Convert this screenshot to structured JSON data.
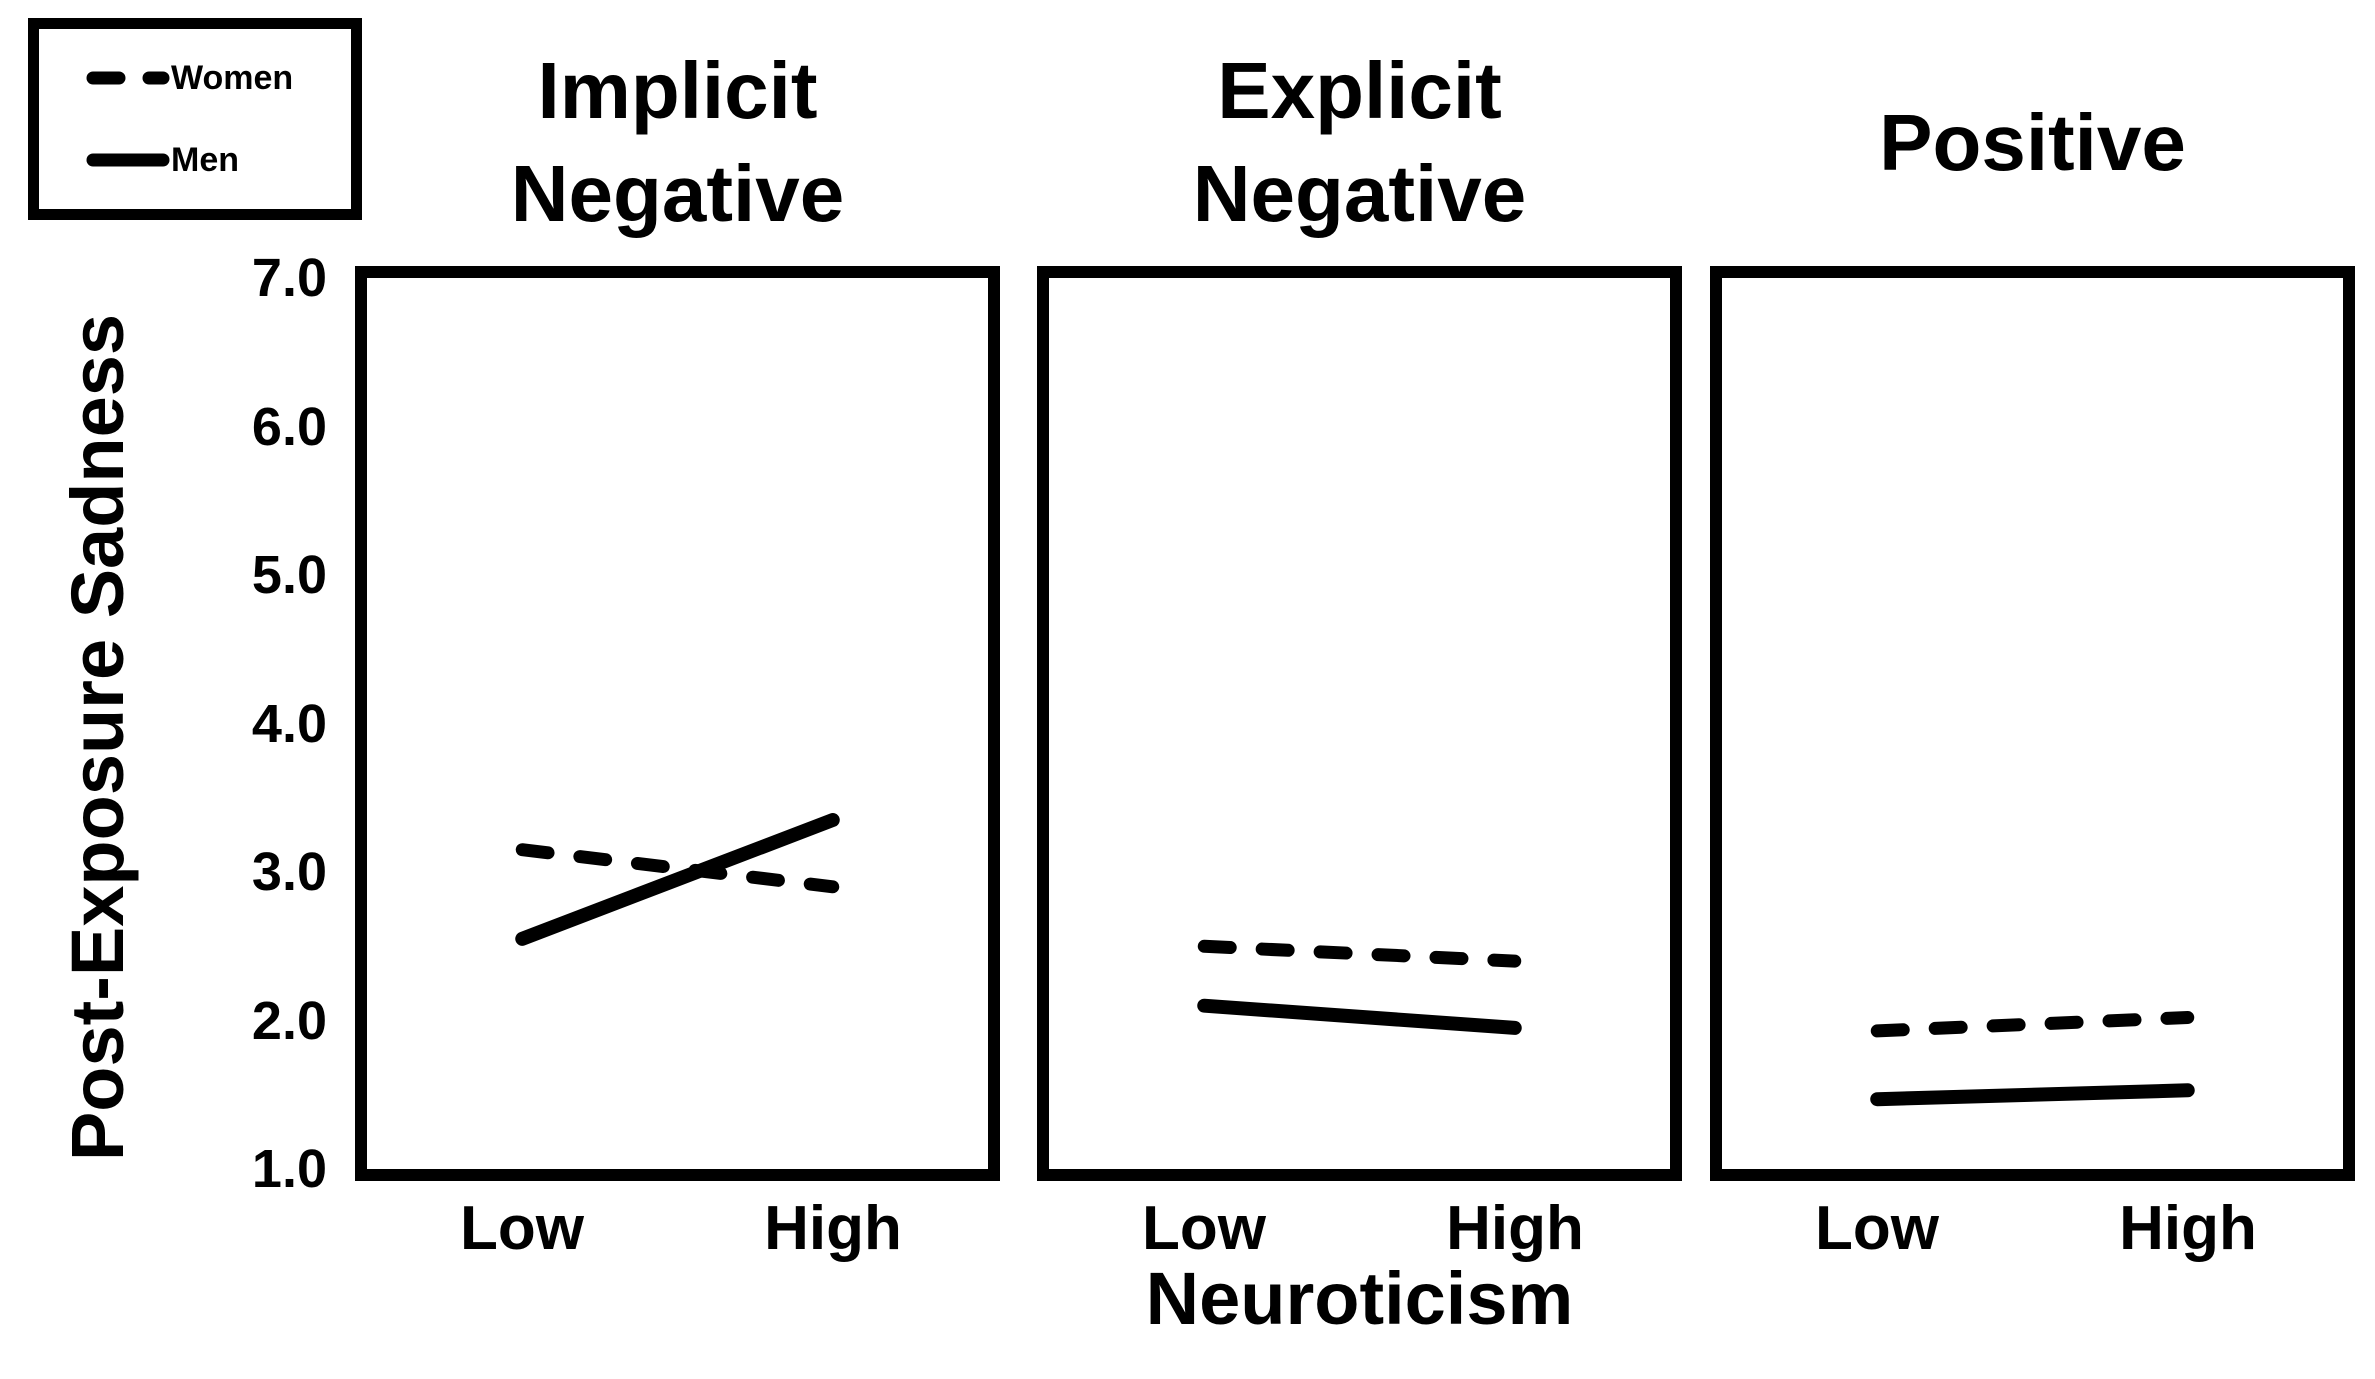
{
  "figure": {
    "ylabel": "Post-Exposure Sadness",
    "xlabel": "Neuroticism",
    "x_categories": [
      "Low",
      "High"
    ],
    "y_ticks": [
      "7.0",
      "6.0",
      "5.0",
      "4.0",
      "3.0",
      "2.0",
      "1.0"
    ],
    "legend": {
      "women_label": "Women",
      "men_label": "Men"
    }
  },
  "chart_data": {
    "type": "line",
    "categories": [
      "Low",
      "High"
    ],
    "xlabel": "Neuroticism",
    "ylabel": "Post-Exposure Sadness",
    "ylim": [
      1.0,
      7.0
    ],
    "y_tick_interval": 1.0,
    "grid": false,
    "legend_position": "top-left",
    "legend_entries": [
      {
        "name": "Women",
        "style": "dashed"
      },
      {
        "name": "Men",
        "style": "solid"
      }
    ],
    "panels": [
      {
        "title": "Implicit Negative",
        "title_lines": [
          "Implicit",
          "Negative"
        ],
        "series": [
          {
            "name": "Women",
            "style": "dashed",
            "values": [
              3.15,
              2.9
            ]
          },
          {
            "name": "Men",
            "style": "solid",
            "values": [
              2.55,
              3.35
            ]
          }
        ]
      },
      {
        "title": "Explicit Negative",
        "title_lines": [
          "Explicit",
          "Negative"
        ],
        "series": [
          {
            "name": "Women",
            "style": "dashed",
            "values": [
              2.5,
              2.4
            ]
          },
          {
            "name": "Men",
            "style": "solid",
            "values": [
              2.1,
              1.95
            ]
          }
        ]
      },
      {
        "title": "Positive",
        "title_lines": [
          "Positive"
        ],
        "series": [
          {
            "name": "Women",
            "style": "dashed",
            "values": [
              1.93,
              2.02
            ]
          },
          {
            "name": "Men",
            "style": "solid",
            "values": [
              1.47,
              1.53
            ]
          }
        ]
      }
    ],
    "colors": {
      "line": "#000000",
      "background": "#ffffff"
    }
  }
}
